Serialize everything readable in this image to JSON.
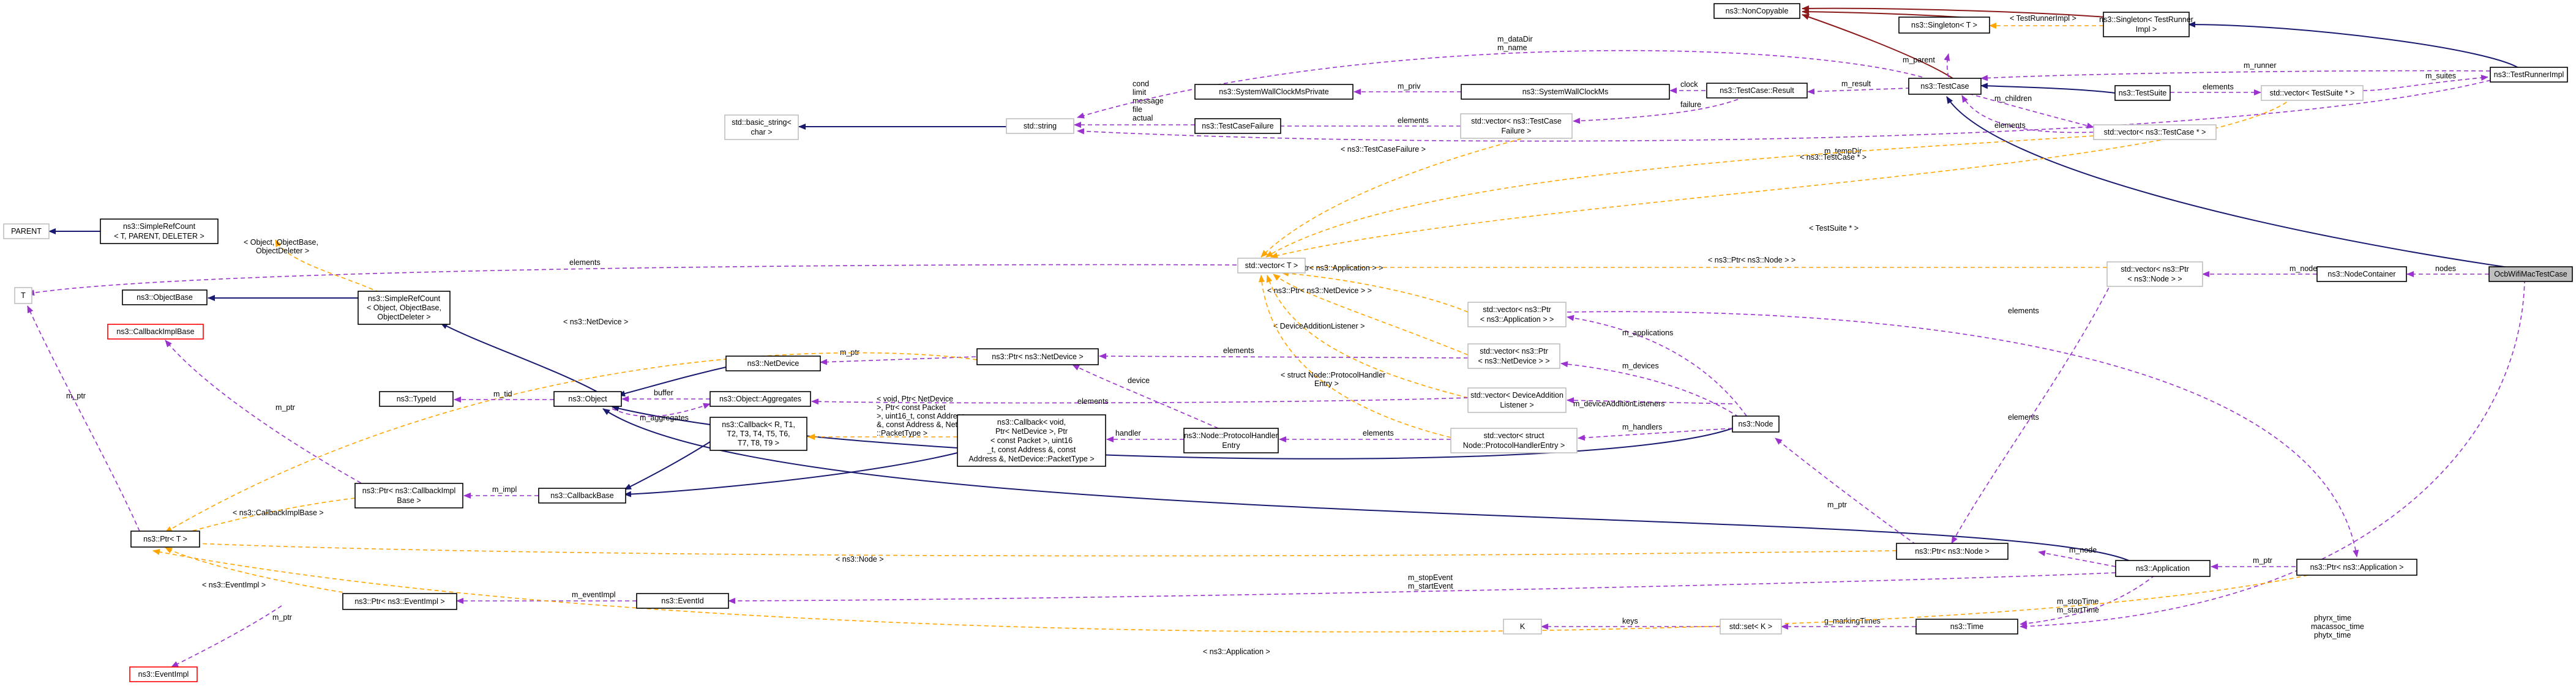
{
  "colors": {
    "inherit": "#191970",
    "usage": "#9a32cd",
    "template": "#ffa500",
    "private": "#8b1a1a",
    "highlight": "#bfbfbf"
  },
  "nodes": {
    "noncopyable": "ns3::NonCopyable",
    "singleton_t": "ns3::Singleton< T >",
    "singleton_tri_1": "ns3::Singleton< TestRunner",
    "singleton_tri_2": "Impl >",
    "testrunnerimpl": "ns3::TestRunnerImpl",
    "testcase": "ns3::TestCase",
    "testcase_result": "ns3::TestCase::Result",
    "systemwallclockms": "ns3::SystemWallClockMs",
    "systemwallclockmsprivate": "ns3::SystemWallClockMsPrivate",
    "vec_testcasefailure_1": "std::vector< ns3::TestCase",
    "vec_testcasefailure_2": "Failure >",
    "testcasefailure": "ns3::TestCaseFailure",
    "std_string": "std::string",
    "basic_string_1": "std::basic_string<",
    "basic_string_2": "char >",
    "testsuite": "ns3::TestSuite",
    "vec_testsuite": "std::vector< TestSuite * >",
    "vec_testcase": "std::vector< ns3::TestCase * >",
    "parent": "PARENT",
    "simplerefcount_t_1": "ns3::SimpleRefCount",
    "simplerefcount_t_2": "< T, PARENT, DELETER >",
    "objectbase": "ns3::ObjectBase",
    "simplerefcount_obj_1": "ns3::SimpleRefCount",
    "simplerefcount_obj_2": "< Object, ObjectBase,",
    "simplerefcount_obj_3": "ObjectDeleter >",
    "t": "T",
    "callbackimplbase": "ns3::CallbackImplBase",
    "vector_t": "std::vector< T >",
    "netdevice": "ns3::NetDevice",
    "ptr_netdevice": "ns3::Ptr< ns3::NetDevice >",
    "typeid": "ns3::TypeId",
    "object": "ns3::Object",
    "object_aggregates": "ns3::Object::Aggregates",
    "callback_generic_1": "ns3::Callback< R, T1,",
    "callback_generic_2": "T2, T3, T4, T5, T6,",
    "callback_generic_3": "T7, T8, T9 >",
    "callback_void_1": "ns3::Callback< void,",
    "callback_void_2": "Ptr< NetDevice >, Ptr",
    "callback_void_3": "< const Packet >, uint16",
    "callback_void_4": "_t, const Address &, const",
    "callback_void_5": "Address &, NetDevice::PacketType >",
    "protocolhandlerentry_1": "ns3::Node::ProtocolHandler",
    "protocolhandlerentry_2": "Entry",
    "vec_ptr_app_1": "std::vector< ns3::Ptr",
    "vec_ptr_app_2": "< ns3::Application > >",
    "vec_ptr_nd_1": "std::vector< ns3::Ptr",
    "vec_ptr_nd_2": "< ns3::NetDevice > >",
    "vec_dal_1": "std::vector< DeviceAddition",
    "vec_dal_2": "Listener >",
    "vec_phe_1": "std::vector< struct",
    "vec_phe_2": "Node::ProtocolHandlerEntry >",
    "node": "ns3::Node",
    "vec_ptr_node_1": "std::vector< ns3::Ptr",
    "vec_ptr_node_2": "< ns3::Node > >",
    "nodecontainer": "ns3::NodeContainer",
    "ocbwifimac": "OcbWifiMacTestCase",
    "ptr_callbackimpl_1": "ns3::Ptr< ns3::CallbackImpl",
    "ptr_callbackimpl_2": "Base >",
    "callbackbase": "ns3::CallbackBase",
    "ptr_t": "ns3::Ptr< T >",
    "ptr_eventimpl": "ns3::Ptr< ns3::EventImpl >",
    "eventimpl": "ns3::EventImpl",
    "eventid": "ns3::EventId",
    "ptr_node": "ns3::Ptr< ns3::Node >",
    "application": "ns3::Application",
    "ptr_application": "ns3::Ptr< ns3::Application >",
    "k": "K",
    "set_k": "std::set< K >",
    "time": "ns3::Time"
  },
  "edges": {
    "tri_impl": "< TestRunnerImpl >",
    "m_runner": "m_runner",
    "m_suites": "m_suites",
    "m_datadir": "m_dataDir",
    "m_name": "m_name",
    "m_parent": "m_parent",
    "m_result": "m_result",
    "clock": "clock",
    "m_priv": "m_priv",
    "failure": "failure",
    "elements": "elements",
    "m_children": "m_children",
    "cond": "cond",
    "limit": "limit",
    "message": "message",
    "file": "file",
    "actual": "actual",
    "m_tempdir": "m_tempDir",
    "lt_testcasefailure": "< ns3::TestCaseFailure >",
    "lt_testcase": "< ns3::TestCase * >",
    "lt_testsuite": "< TestSuite * >",
    "lt_ptr_node": "< ns3::Ptr< ns3::Node > >",
    "lt_ptr_app": "< ns3::Ptr< ns3::Application > >",
    "lt_ptr_nd": "< ns3::Ptr< ns3::NetDevice > >",
    "lt_dal": "< DeviceAdditionListener >",
    "lt_phe_1": "< struct Node::ProtocolHandler",
    "lt_phe_2": "Entry >",
    "lt_obj_1": "< Object, ObjectBase,",
    "lt_obj_2": "ObjectDeleter >",
    "lt_netdevice": "< ns3::NetDevice >",
    "lt_cb_1": "< void, Ptr< NetDevice",
    "lt_cb_2": ">, Ptr< const Packet",
    "lt_cb_3": ">, uint16_t, const Address",
    "lt_cb_4": "&, const Address &, NetDevice",
    "lt_cb_5": "::PacketType >",
    "lt_callbackimplbase": "< ns3::CallbackImplBase >",
    "lt_eventimpl": "< ns3::EventImpl >",
    "lt_node": "< ns3::Node >",
    "lt_application": "< ns3::Application >",
    "nodes": "nodes",
    "m_nodes": "m_nodes",
    "m_applications": "m_applications",
    "m_devices": "m_devices",
    "m_devicelisteners": "m_deviceAdditionListeners",
    "m_handlers": "m_handlers",
    "m_ptr": "m_ptr",
    "device": "device",
    "handler": "handler",
    "buffer": "buffer",
    "m_aggregates": "m_aggregates",
    "m_tid": "m_tid",
    "m_impl": "m_impl",
    "m_eventimpl": "m_eventImpl",
    "m_stopevent": "m_stopEvent",
    "m_startevent": "m_startEvent",
    "m_node": "m_node",
    "m_stoptime": "m_stopTime",
    "m_starttime": "m_startTime",
    "keys": "keys",
    "g_markingtimes": "g_markingTimes",
    "phyrx_time": "phyrx_time",
    "macassoc_time": "macassoc_time",
    "phytx_time": "phytx_time"
  }
}
